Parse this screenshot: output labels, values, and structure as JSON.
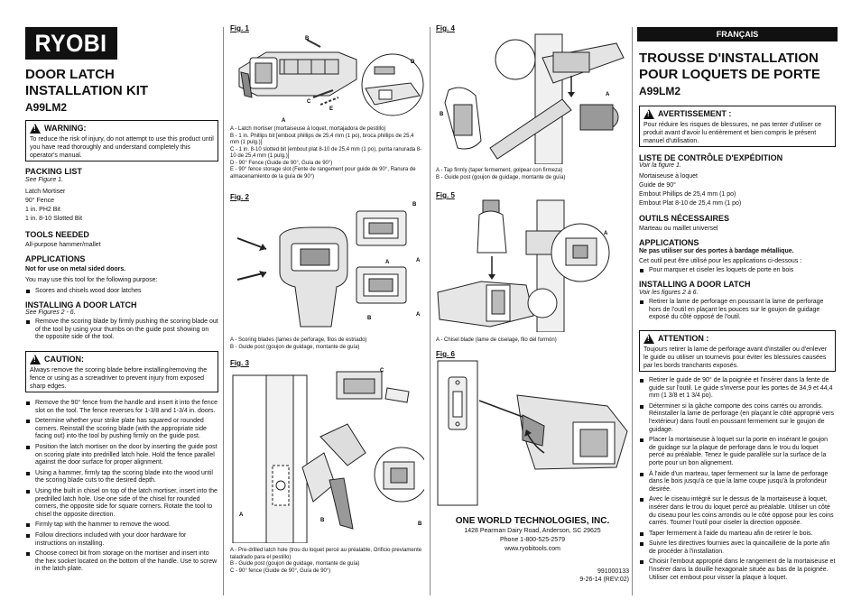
{
  "brand": "RYOBI",
  "en": {
    "title_line1": "DOOR LATCH",
    "title_line2": "INSTALLATION KIT",
    "model": "A99LM2",
    "warning_title": "WARNING:",
    "warning_text": "To reduce the risk of injury, do not attempt to use this product until you have read thoroughly and understand completely this operator's manual.",
    "packing_title": "PACKING LIST",
    "packing_sub": "See Figure 1.",
    "packing_items": [
      "Latch Mortiser",
      "90° Fence",
      "1 in. PH2 Bit",
      "1 in. 8-10 Slotted Bit"
    ],
    "tools_title": "TOOLS NEEDED",
    "tools_text": "All-purpose hammer/mallet",
    "apps_title": "APPLICATIONS",
    "apps_bold": "Not for use on metal sided doors.",
    "apps_text": "You may use this tool for the following purpose:",
    "apps_bullet": "Scores and chisels wood door latches",
    "install_title": "INSTALLING A DOOR LATCH",
    "install_sub": "See Figures 2 - 6.",
    "install_bullet1": "Remove the scoring blade by firmly pushing the scoring blade out of the tool by using your thumbs on the guide post showing on the opposite side of the tool.",
    "caution_title": "CAUTION:",
    "caution_text": "Always remove the scoring blade before installing/removing the fence or using as a screwdriver to prevent injury from exposed sharp edges.",
    "steps": [
      "Remove the 90° fence from the handle and insert it into the fence slot on the tool. The fence reverses for 1-3/8 and 1-3/4 in. doors.",
      "Determine whether your strike plate has squared or rounded corners. Reinstall the scoring blade (with the appropriate side facing out) into the tool by pushing firmly on the guide post.",
      "Position the latch mortiser on the door by inserting the guide post on scoring plate into predrilled latch hole. Hold the fence parallel against the door surface for proper alignment.",
      "Using a hammer, firmly tap the scoring blade into the wood until the scoring blade cuts to the desired depth.",
      "Using the built in chisel on top of the latch mortiser, insert into the predrilled latch hole. Use one side of the chisel for rounded corners, the opposite side for square corners. Rotate the tool to chisel the opposite direction.",
      "Firmly tap with the hammer to remove the wood.",
      "Follow directions included with your door hardware for instructions on installing.",
      "Choose correct bit from storage on the mortiser and insert into the hex socket located on the bottom of the handle. Use to screw in the latch plate."
    ]
  },
  "figures": {
    "fig1": {
      "label": "Fig. 1",
      "callouts": [
        "A",
        "B",
        "C",
        "D",
        "E"
      ],
      "caption": [
        "A - Latch mortiser (mortaiseuse à loquet, mortajadora de pestillo)",
        "B - 1 in. Phillips bit [embout phillips de 25,4 mm (1 po), broca phillips de 25,4 mm (1 pulg.)]",
        "C - 1 in. 8-10 slotted bit [embout plat 8-10 de 25,4 mm (1 po), punta ranurada 8-10 de 25,4 mm (1 pulg.)]",
        "D - 90° Fence (Guide de 90°, Guía de 90°)",
        "E - 90° fence storage slot (Fente de rangement pour guide de 90°, Ranura de almacenamiento de la guía de 90°)"
      ]
    },
    "fig2": {
      "label": "Fig. 2",
      "callouts": [
        "B",
        "A",
        "A",
        "B",
        "A"
      ],
      "caption": [
        "A - Scoring blades (lames de perforage, filos de estriado)",
        "B - Guide post (goujon de guidage, montante de guía)"
      ]
    },
    "fig3": {
      "label": "Fig. 3",
      "callouts": [
        "C",
        "A",
        "B",
        "B"
      ],
      "caption": [
        "A - Pre-drilled latch hole (trou du loquet percé au préalable, Orificio previamente taladrado para el pestillo)",
        "B - Guide post (goujon de guidage, montante de guía)",
        "C - 90° fence (Guide de 90°, Guía de 90°)"
      ]
    },
    "fig4": {
      "label": "Fig. 4",
      "callouts": [
        "A",
        "B"
      ],
      "caption": [
        "A - Tap firmly (taper fermement, golpear con firmeza)",
        "B - Guide post (goujon de guidage, montante de guía)"
      ]
    },
    "fig5": {
      "label": "Fig. 5",
      "callouts": [
        "A"
      ],
      "caption": [
        "A - Chisel blade (lame de ciselage, filo del formón)"
      ]
    },
    "fig6": {
      "label": "Fig. 6"
    }
  },
  "company": {
    "name": "ONE WORLD TECHNOLOGIES, INC.",
    "address": "1428 Pearman Dairy Road, Anderson, SC 29625",
    "phone": "Phone 1-800-525-2579",
    "web": "www.ryobitools.com",
    "part_number": "991000133",
    "rev": "9-26-14 (REV:02)"
  },
  "fr": {
    "band": "FRANÇAIS",
    "title_line1": "TROUSSE D'INSTALLATION",
    "title_line2": "POUR LOQUETS DE PORTE",
    "model": "A99LM2",
    "warning_title": "AVERTISSEMENT :",
    "warning_text": "Pour réduire les risques de blessures, ne pas tenter d'utiliser ce produit avant d'avoir lu entièrement et bien compris le présent manuel d'utilisation.",
    "packing_title": "LISTE DE CONTRÔLE D'EXPÉDITION",
    "packing_sub": "Voir la figure 1.",
    "packing_items": [
      "Mortaiseuse à loquet",
      "Guide de 90°",
      "Embout Phillips de 25,4 mm (1 po)",
      "Embout Plat 8-10 de 25,4 mm (1 po)"
    ],
    "tools_title": "OUTILS NÉCESSAIRES",
    "tools_text": "Marteau ou maillet universel",
    "apps_title": "APPLICATIONS",
    "apps_bold": "Ne pas utiliser sur des portes à bardage métallique.",
    "apps_text": "Cet outil peut être utilisé pour les applications ci-dessous :",
    "apps_bullet": "Pour marquer et ciseler les loquets de porte en bois",
    "install_title": "INSTALLING A DOOR LATCH",
    "install_sub": "Voir les figures 2 à 6.",
    "install_bullet1": "Retirer la lame de perforage en poussant la lame de perforage hors de l'outil en plaçant les pouces sur le goujon de guidage exposé du côté opposé de l'outil.",
    "attention_title": "ATTENTION :",
    "attention_text": "Toujours retirer la lame de perforage avant d'installer ou d'enlever le guide ou utiliser un tournevis pour éviter les blessures causées par les bords tranchants exposés.",
    "steps": [
      "Retirer le guide de 90° de la poignée et l'insérer dans la fente de guide sur l'outil. Le guide s'inverse pour les portes de 34,9 et 44,4 mm (1 3/8 et 1 3/4 po).",
      "Déterminer si la gâche comporte des coins carrés ou arrondis. Réinstaller la lame de perforage (en plaçant le côté approprié vers l'extérieur) dans l'outil en poussant fermement sur le goujon de guidage.",
      "Placer la mortaiseuse à loquet sur la porte en insérant le goujon de guidage sur la plaque de perforage dans le trou du loquet percé au préalable. Tenez le guide parallèle sur la surface de la porte pour un bon alignement.",
      "À l'aide d'un marteau, taper fermement sur la lame de perforage dans le bois jusqu'à ce que la lame coupe jusqu'à la profondeur désirée.",
      "Avec le ciseau intégré sur le dessus de la mortaiseuse à loquet, insérer dans le trou du loquet percé au préalable. Utiliser un côté du ciseau pour les coins arrondis ou le côté opposé pour les coins carrés. Tourner l'outil pour ciseler la direction opposée.",
      "Taper fermement à l'aide du marteau afin de retirer le bois.",
      "Suivre les directives fournies avec la quincaillerie de la porte afin de procéder à l'installation.",
      "Choisir l'embout approprié dans le rangement de la mortaiseuse et l'insérer dans la douille hexagonale située au bas de la poignée. Utiliser cet embout pour visser la plaque à loquet."
    ]
  }
}
